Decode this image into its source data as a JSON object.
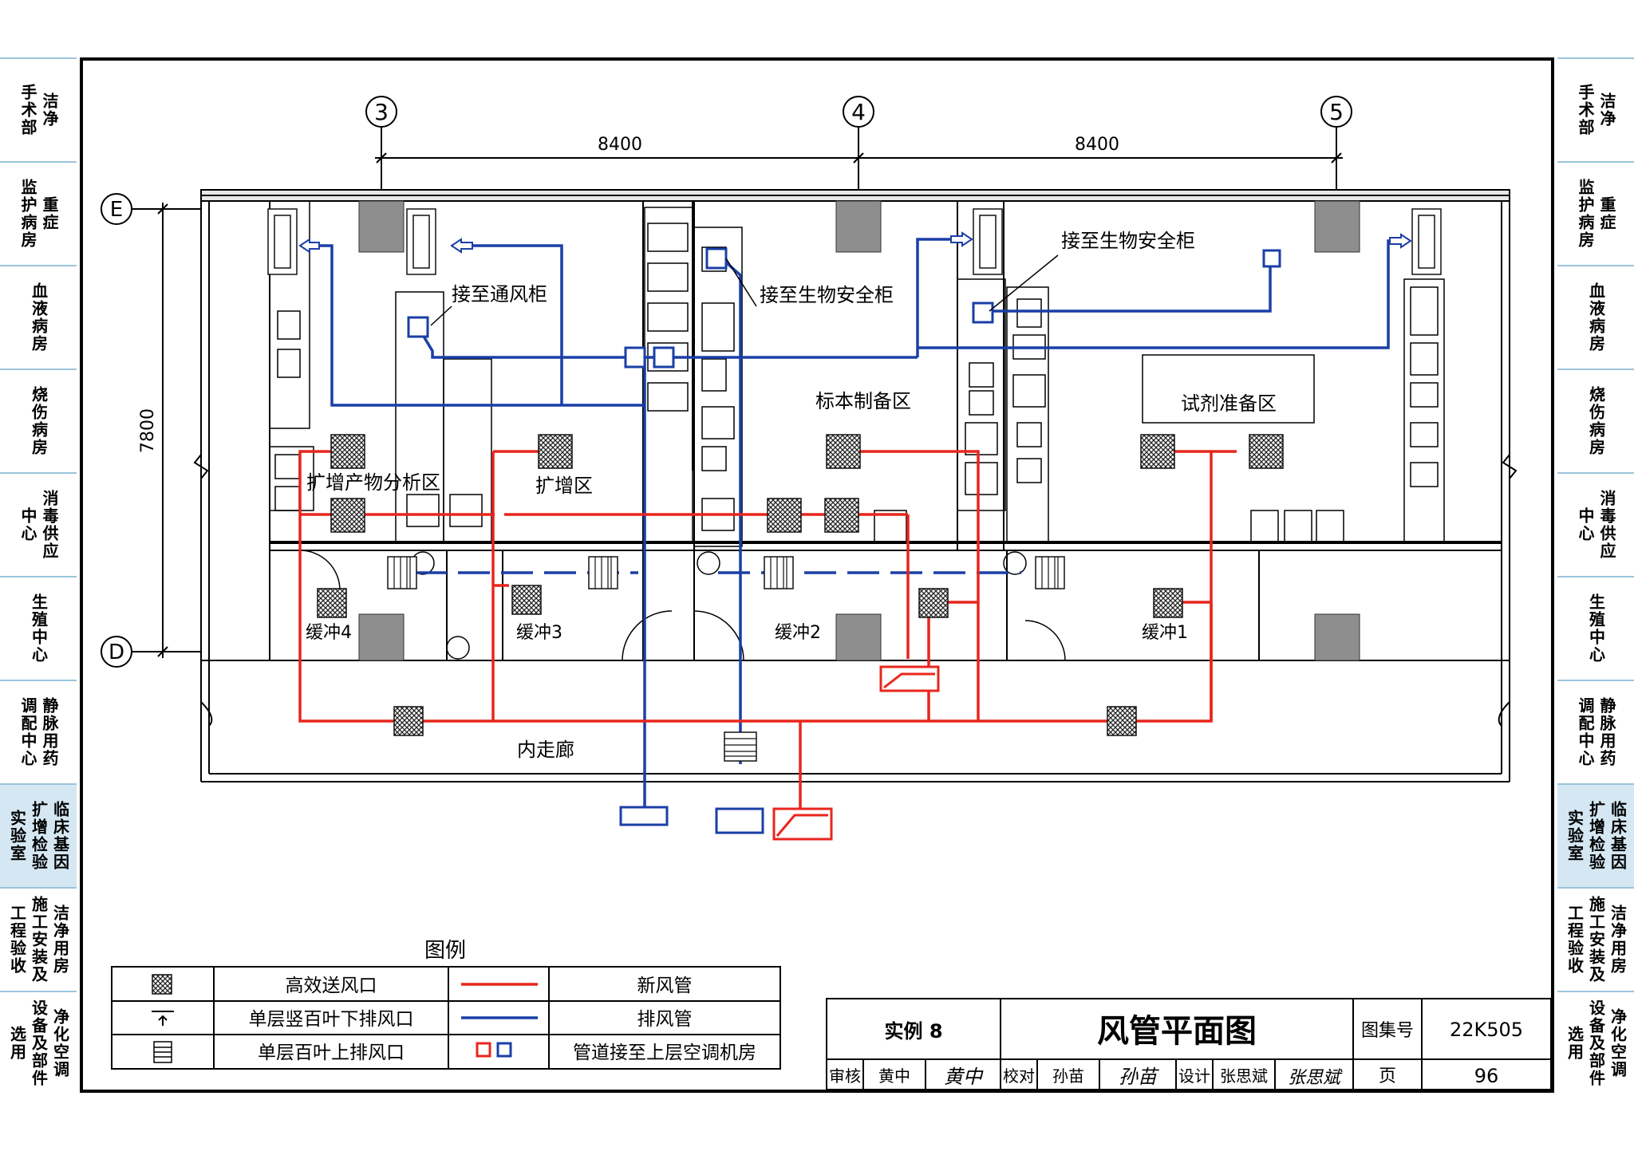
{
  "side_tabs": [
    {
      "col1": "手术部",
      "col2": "洁净"
    },
    {
      "col1": "监护病房",
      "col2": "重症"
    },
    {
      "col1": "",
      "col2": "血液病房"
    },
    {
      "col1": "",
      "col2": "烧伤病房"
    },
    {
      "col1": "中心",
      "col2": "消毒供应"
    },
    {
      "col1": "",
      "col2": "生殖中心"
    },
    {
      "col1": "调配中心",
      "col2": "静脉用药"
    },
    {
      "col1": "实验室",
      "col2": "扩增检验",
      "col3": "临床基因",
      "active": true
    },
    {
      "col1": "工程验收",
      "col2": "施工安装及",
      "col3": "洁净用房"
    },
    {
      "col1": "选用",
      "col2": "设备及部件",
      "col3": "净化空调"
    }
  ],
  "axes": {
    "col3": "3",
    "col4": "4",
    "col5": "5",
    "rowE": "E",
    "rowD": "D",
    "dim1": "8400",
    "dim2": "8400",
    "dim_v": "7800"
  },
  "rooms": {
    "pcr_analysis": "扩增产物分析区",
    "amplification": "扩增区",
    "specimen_prep": "标本制备区",
    "reagent_prep": "试剂准备区",
    "buffer4": "缓冲4",
    "buffer3": "缓冲3",
    "buffer2": "缓冲2",
    "buffer1": "缓冲1",
    "corridor": "内走廊"
  },
  "callouts": {
    "fume_hood": "接至通风柜",
    "bsc1": "接至生物安全柜",
    "bsc2": "接至生物安全柜"
  },
  "legend": {
    "title": "图例",
    "items": [
      {
        "label": "高效送风口"
      },
      {
        "label": "单层竖百叶下排风口"
      },
      {
        "label": "单层百叶上排风口"
      }
    ],
    "lines": [
      {
        "label": "新风管",
        "color": "#e8261c"
      },
      {
        "label": "排风管",
        "color": "#1a3fa6"
      },
      {
        "label": "管道接至上层空调机房"
      }
    ]
  },
  "title_block": {
    "example": "实例 8",
    "title": "风管平面图",
    "atlas_label": "图集号",
    "atlas_no": "22K505",
    "review_label": "审核",
    "review_name": "黄中",
    "review_sig": "黄中",
    "check_label": "校对",
    "check_name": "孙苗",
    "check_sig": "孙苗",
    "design_label": "设计",
    "design_name": "张思斌",
    "design_sig": "张思斌",
    "page_label": "页",
    "page_no": "96"
  },
  "colors": {
    "supply": "#e8261c",
    "exhaust": "#1a3fa6",
    "tab_active": "#d4e7f3",
    "tab_line": "#9bc4dc"
  }
}
